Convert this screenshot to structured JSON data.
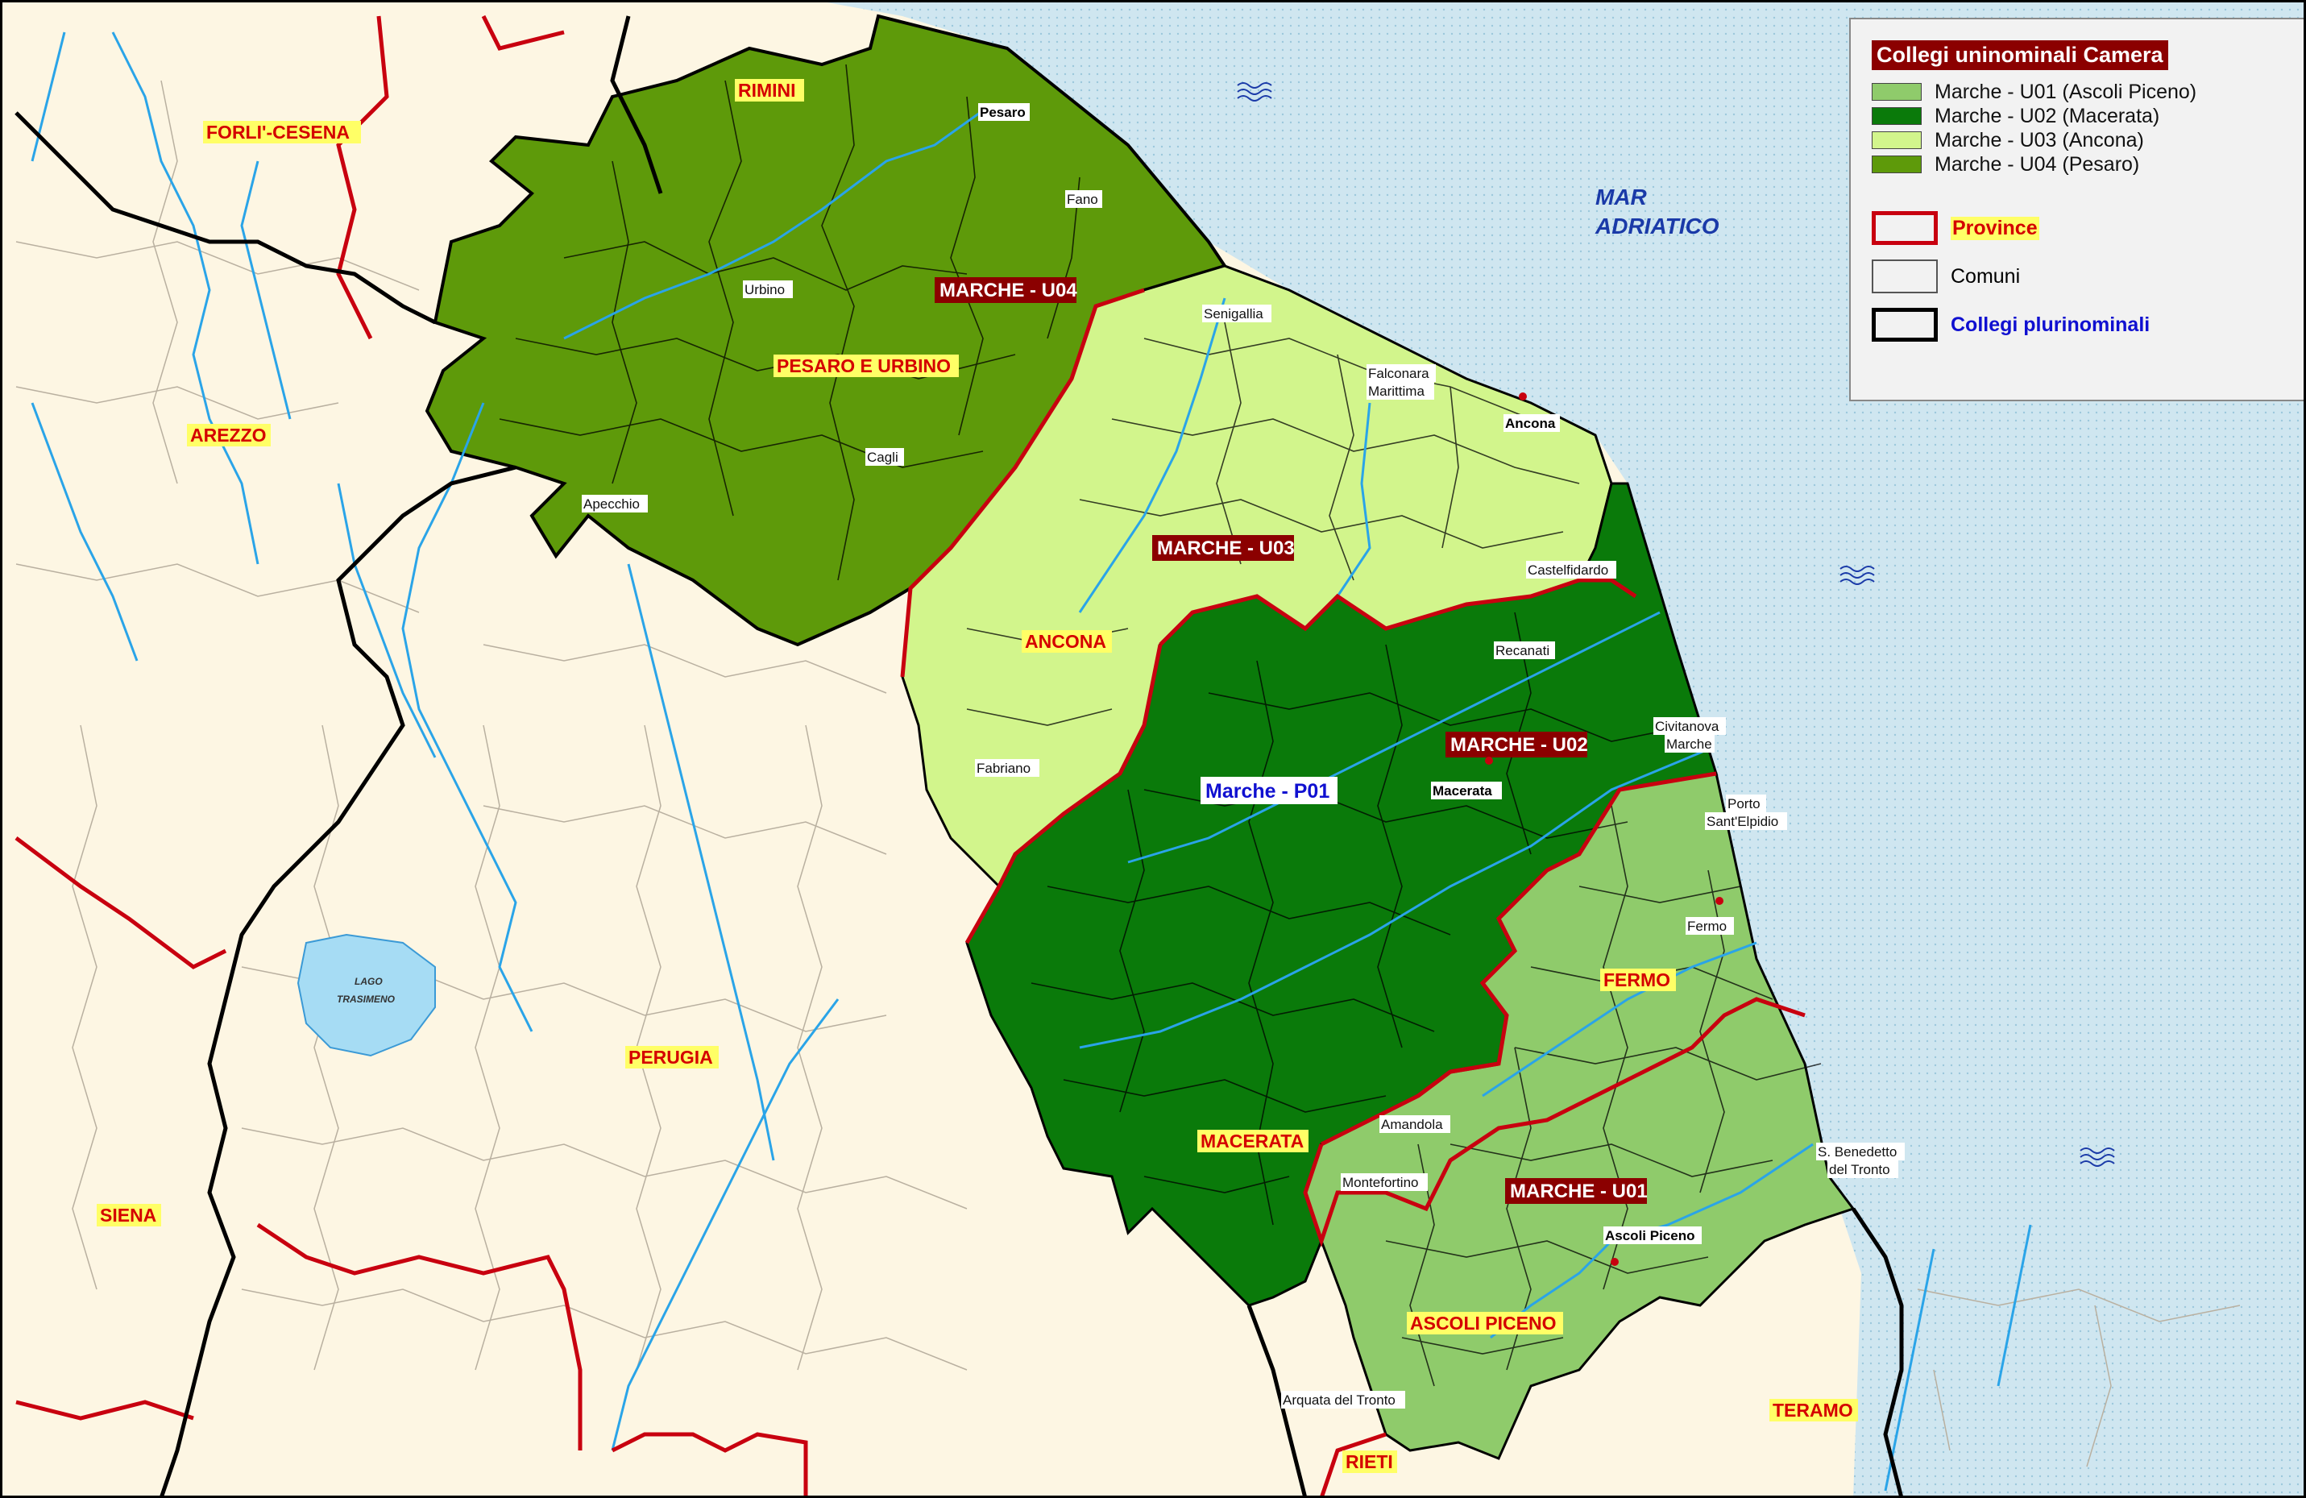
{
  "legend": {
    "title": "Collegi uninominali Camera",
    "items": [
      {
        "label": "Marche - U01 (Ascoli Piceno)",
        "color": "#8fcb6b"
      },
      {
        "label": "Marche - U02 (Macerata)",
        "color": "#0a7a0a"
      },
      {
        "label": "Marche - U03 (Ancona)",
        "color": "#d2f58c"
      },
      {
        "label": "Marche - U04 (Pesaro)",
        "color": "#5e9a0a"
      }
    ],
    "province_label": "Province",
    "comuni_label": "Comuni",
    "plurinominali_label": "Collegi plurinominali"
  },
  "sea": {
    "line1": "MAR",
    "line2": "ADRIATICO"
  },
  "colors": {
    "land": "#fdf6e3",
    "sea": "#cfe6f0",
    "river": "#2aa4e8",
    "province_border": "#c8000f",
    "collegio_border": "#000000",
    "lake": "#a6dcf4"
  },
  "provinces": {
    "rimini": "RIMINI",
    "forli": "FORLI'-CESENA",
    "arezzo": "AREZZO",
    "perugia": "PERUGIA",
    "siena": "SIENA",
    "pesaro": "PESARO E URBINO",
    "ancona": "ANCONA",
    "macerata": "MACERATA",
    "fermo": "FERMO",
    "ascoli": "ASCOLI PICENO",
    "teramo": "TERAMO",
    "rieti": "RIETI"
  },
  "collegi": {
    "u01": "MARCHE - U01",
    "u02": "MARCHE - U02",
    "u03": "MARCHE - U03",
    "u04": "MARCHE - U04",
    "p01": "Marche - P01"
  },
  "towns": {
    "pesaro": "Pesaro",
    "fano": "Fano",
    "urbino": "Urbino",
    "cagli": "Cagli",
    "apecchio": "Apecchio",
    "senigallia": "Senigallia",
    "falconara1": "Falconara",
    "falconara2": "Marittima",
    "ancona": "Ancona",
    "castelfidardo": "Castelfidardo",
    "recanati": "Recanati",
    "civitanova1": "Civitanova",
    "civitanova2": "Marche",
    "macerata": "Macerata",
    "portose1": "Porto",
    "portose2": "Sant'Elpidio",
    "fermo": "Fermo",
    "fabriano": "Fabriano",
    "amandola": "Amandola",
    "montefortino": "Montefortino",
    "sbenedetto1": "S. Benedetto",
    "sbenedetto2": "del Tronto",
    "ascoli": "Ascoli Piceno",
    "arquata": "Arquata del Tronto"
  },
  "lake": {
    "line1": "LAGO",
    "line2": "TRASIMENO"
  }
}
